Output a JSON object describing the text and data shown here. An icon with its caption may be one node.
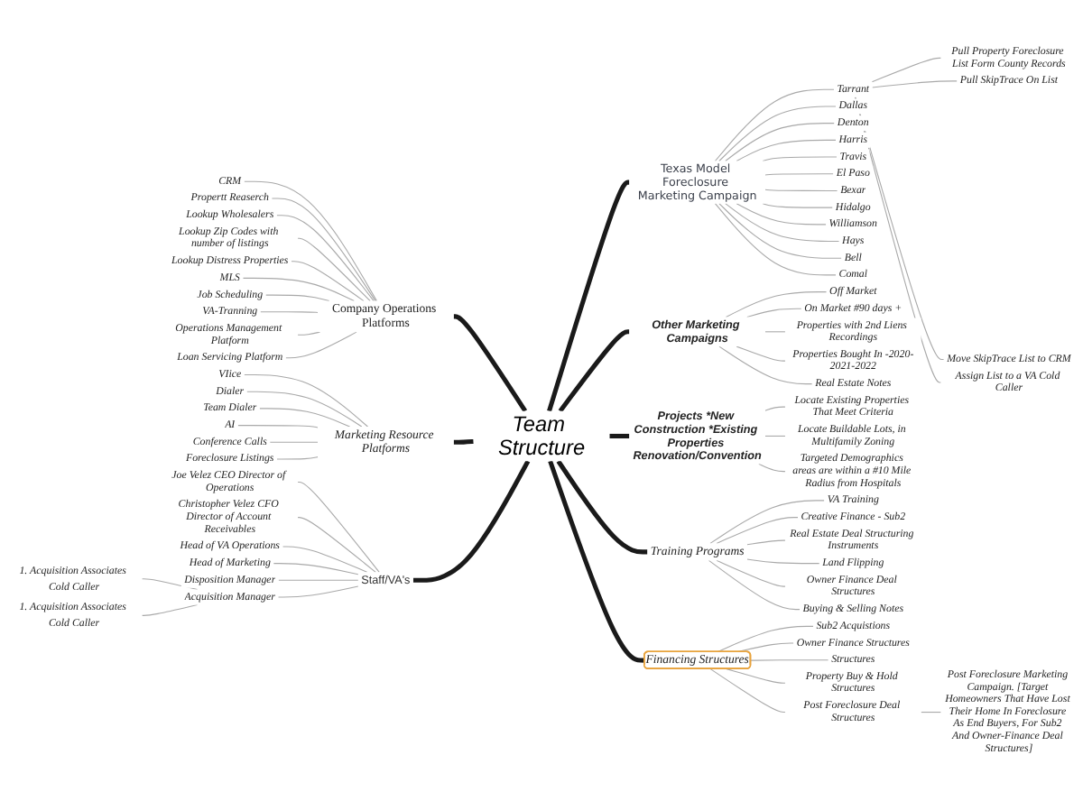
{
  "diagram": {
    "nodes": [
      {
        "text": [
          "Team Structure"
        ]
      },
      {
        "text": [
          "Company Operations Platforms"
        ]
      },
      {
        "text": [
          "CRM"
        ]
      },
      {
        "text": [
          "Propertt Reaserch"
        ]
      },
      {
        "text": [
          "Lookup Wholesalers"
        ]
      },
      {
        "text": [
          "Lookup Zip Codes with number of listings"
        ]
      },
      {
        "text": [
          "Lookup Distress Properties"
        ]
      },
      {
        "text": [
          "MLS"
        ]
      },
      {
        "text": [
          "Job Scheduling"
        ]
      },
      {
        "text": [
          "VA-Tranning"
        ]
      },
      {
        "text": [
          "Operations Management Platform"
        ]
      },
      {
        "text": [
          "Loan Servicing Platform"
        ]
      },
      {
        "text": [
          "Marketing Resource Platforms"
        ]
      },
      {
        "text": [
          "VIice"
        ]
      },
      {
        "text": [
          "Dialer"
        ]
      },
      {
        "text": [
          "Team Dialer"
        ]
      },
      {
        "text": [
          "AI"
        ]
      },
      {
        "text": [
          "Conference Calls"
        ]
      },
      {
        "text": [
          "Foreclosure Listings"
        ]
      },
      {
        "text": [
          "Staff/VA's"
        ]
      },
      {
        "text": [
          "Joe Velez CEO Director of Operations"
        ]
      },
      {
        "text": [
          "Christopher Velez CFO Director of Account Receivables"
        ]
      },
      {
        "text": [
          "Head of VA Operations"
        ]
      },
      {
        "text": [
          "Head of Marketing"
        ]
      },
      {
        "text": [
          "Disposition Manager"
        ]
      },
      {
        "text": [
          "Acquisition Manager"
        ]
      },
      {
        "text": [
          "1. Acquisition Associates Cold Caller"
        ]
      },
      {
        "text": [
          "1. Acquisition Associates Cold Caller"
        ]
      },
      {
        "text": [
          "Texas Model Foreclosure Marketing Campaign"
        ]
      },
      {
        "text": [
          "Tarrant"
        ]
      },
      {
        "text": [
          "Pull Property Foreclosure List Form County Records"
        ]
      },
      {
        "text": [
          "Pull SkipTrace On List"
        ]
      },
      {
        "text": [
          "Move SkipTrace List to CRM"
        ]
      },
      {
        "text": [
          "Assign List to a VA Cold Caller"
        ]
      },
      {
        "text": [
          "Dallas"
        ]
      },
      {
        "text": [
          "Denton"
        ]
      },
      {
        "text": [
          "Harris"
        ]
      },
      {
        "text": [
          "Travis"
        ]
      },
      {
        "text": [
          "El Paso"
        ]
      },
      {
        "text": [
          "Bexar"
        ]
      },
      {
        "text": [
          "Hidalgo"
        ]
      },
      {
        "text": [
          "Williamson"
        ]
      },
      {
        "text": [
          "Hays"
        ]
      },
      {
        "text": [
          "Bell"
        ]
      },
      {
        "text": [
          "Comal"
        ]
      },
      {
        "text": [
          "Other Marketing Campaigns"
        ]
      },
      {
        "text": [
          "Off Market"
        ]
      },
      {
        "text": [
          "On Market #90 days +"
        ]
      },
      {
        "text": [
          "Properties with 2nd Liens Recordings"
        ]
      },
      {
        "text": [
          "Properties Bought In -2020-2021-2022"
        ]
      },
      {
        "text": [
          "Real Estate Notes"
        ]
      },
      {
        "text": [
          "Projects *New Construction *Existing Properties Renovation/Convention"
        ]
      },
      {
        "text": [
          "Locate Existing Properties That Meet Criteria"
        ]
      },
      {
        "text": [
          "Locate Buildable Lots, in Multifamily Zoning"
        ]
      },
      {
        "text": [
          "Targeted Demographics areas are within a #10 Mile Radius from Hospitals"
        ]
      },
      {
        "text": [
          "Training Programs"
        ]
      },
      {
        "text": [
          "VA Training"
        ]
      },
      {
        "text": [
          "Creative Finance - Sub2"
        ]
      },
      {
        "text": [
          "Real Estate Deal Structuring Instruments"
        ]
      },
      {
        "text": [
          "Land Flipping"
        ]
      },
      {
        "text": [
          "Owner Finance Deal Structures"
        ]
      },
      {
        "text": [
          "Buying & Selling Notes"
        ]
      },
      {
        "text": [
          "Financing Structures"
        ]
      },
      {
        "text": [
          "Sub2 Acquistions"
        ]
      },
      {
        "text": [
          "Owner Finance Structures"
        ]
      },
      {
        "text": [
          "Structures"
        ]
      },
      {
        "text": [
          "Property Buy & Hold Structures"
        ]
      },
      {
        "text": [
          "Post Foreclosure Deal Structures"
        ]
      },
      {
        "text": [
          "Post Foreclosure Marketing Campaign. [Target Homeowners That Have Lost Their Home In Foreclosure As End Buyers, For Sub2 And Owner-Finance Deal Structures]"
        ]
      }
    ],
    "edges": [
      {
        "from": 0,
        "to": 1,
        "arrow": "none",
        "style": "thick",
        "color": "#1a1a1a"
      },
      {
        "from": 0,
        "to": 12,
        "arrow": "none",
        "style": "thick",
        "color": "#1a1a1a"
      },
      {
        "from": 0,
        "to": 19,
        "arrow": "none",
        "style": "thick",
        "color": "#1a1a1a"
      },
      {
        "from": 0,
        "to": 28,
        "arrow": "none",
        "style": "thick",
        "color": "#1a1a1a"
      },
      {
        "from": 0,
        "to": 45,
        "arrow": "none",
        "style": "thick",
        "color": "#1a1a1a"
      },
      {
        "from": 0,
        "to": 51,
        "arrow": "none",
        "style": "thick",
        "color": "#1a1a1a"
      },
      {
        "from": 0,
        "to": 55,
        "arrow": "none",
        "style": "thick",
        "color": "#1a1a1a"
      },
      {
        "from": 0,
        "to": 62,
        "arrow": "none",
        "style": "thick",
        "color": "#1a1a1a"
      },
      {
        "from": 1,
        "to": 2,
        "arrow": "none"
      },
      {
        "from": 1,
        "to": 3,
        "arrow": "none"
      },
      {
        "from": 1,
        "to": 4,
        "arrow": "none"
      },
      {
        "from": 1,
        "to": 5,
        "arrow": "none"
      },
      {
        "from": 1,
        "to": 6,
        "arrow": "none"
      },
      {
        "from": 1,
        "to": 7,
        "arrow": "none"
      },
      {
        "from": 1,
        "to": 8,
        "arrow": "none"
      },
      {
        "from": 1,
        "to": 9,
        "arrow": "none"
      },
      {
        "from": 1,
        "to": 10,
        "arrow": "none"
      },
      {
        "from": 1,
        "to": 11,
        "arrow": "none"
      },
      {
        "from": 12,
        "to": 13,
        "arrow": "none"
      },
      {
        "from": 12,
        "to": 14,
        "arrow": "none"
      },
      {
        "from": 12,
        "to": 15,
        "arrow": "none"
      },
      {
        "from": 12,
        "to": 16,
        "arrow": "none"
      },
      {
        "from": 12,
        "to": 17,
        "arrow": "none"
      },
      {
        "from": 12,
        "to": 18,
        "arrow": "none"
      },
      {
        "from": 19,
        "to": 20,
        "arrow": "none"
      },
      {
        "from": 19,
        "to": 21,
        "arrow": "none"
      },
      {
        "from": 19,
        "to": 22,
        "arrow": "none"
      },
      {
        "from": 19,
        "to": 23,
        "arrow": "none"
      },
      {
        "from": 19,
        "to": 24,
        "arrow": "none"
      },
      {
        "from": 19,
        "to": 25,
        "arrow": "none"
      },
      {
        "from": 25,
        "to": 26,
        "arrow": "none"
      },
      {
        "from": 25,
        "to": 27,
        "arrow": "none"
      },
      {
        "from": 28,
        "to": 29,
        "arrow": "none"
      },
      {
        "from": 29,
        "to": 30,
        "arrow": "none"
      },
      {
        "from": 29,
        "to": 31,
        "arrow": "none"
      },
      {
        "from": 29,
        "to": 32,
        "arrow": "none"
      },
      {
        "from": 29,
        "to": 33,
        "arrow": "none"
      },
      {
        "from": 28,
        "to": 34,
        "arrow": "none"
      },
      {
        "from": 28,
        "to": 35,
        "arrow": "none"
      },
      {
        "from": 28,
        "to": 36,
        "arrow": "none"
      },
      {
        "from": 28,
        "to": 37,
        "arrow": "none"
      },
      {
        "from": 28,
        "to": 38,
        "arrow": "none"
      },
      {
        "from": 28,
        "to": 39,
        "arrow": "none"
      },
      {
        "from": 28,
        "to": 40,
        "arrow": "none"
      },
      {
        "from": 28,
        "to": 41,
        "arrow": "none"
      },
      {
        "from": 28,
        "to": 42,
        "arrow": "none"
      },
      {
        "from": 28,
        "to": 43,
        "arrow": "none"
      },
      {
        "from": 28,
        "to": 44,
        "arrow": "none"
      },
      {
        "from": 45,
        "to": 46,
        "arrow": "none"
      },
      {
        "from": 45,
        "to": 47,
        "arrow": "none"
      },
      {
        "from": 45,
        "to": 48,
        "arrow": "none"
      },
      {
        "from": 45,
        "to": 49,
        "arrow": "none"
      },
      {
        "from": 45,
        "to": 50,
        "arrow": "none"
      },
      {
        "from": 51,
        "to": 52,
        "arrow": "none"
      },
      {
        "from": 51,
        "to": 53,
        "arrow": "none"
      },
      {
        "from": 51,
        "to": 54,
        "arrow": "none"
      },
      {
        "from": 55,
        "to": 56,
        "arrow": "none"
      },
      {
        "from": 55,
        "to": 57,
        "arrow": "none"
      },
      {
        "from": 55,
        "to": 58,
        "arrow": "none"
      },
      {
        "from": 55,
        "to": 59,
        "arrow": "none"
      },
      {
        "from": 55,
        "to": 60,
        "arrow": "none"
      },
      {
        "from": 55,
        "to": 61,
        "arrow": "none"
      },
      {
        "from": 62,
        "to": 63,
        "arrow": "none"
      },
      {
        "from": 62,
        "to": 64,
        "arrow": "none"
      },
      {
        "from": 62,
        "to": 65,
        "arrow": "none"
      },
      {
        "from": 62,
        "to": 66,
        "arrow": "none"
      },
      {
        "from": 62,
        "to": 67,
        "arrow": "none"
      },
      {
        "from": 67,
        "to": 68,
        "arrow": "none"
      }
    ]
  }
}
